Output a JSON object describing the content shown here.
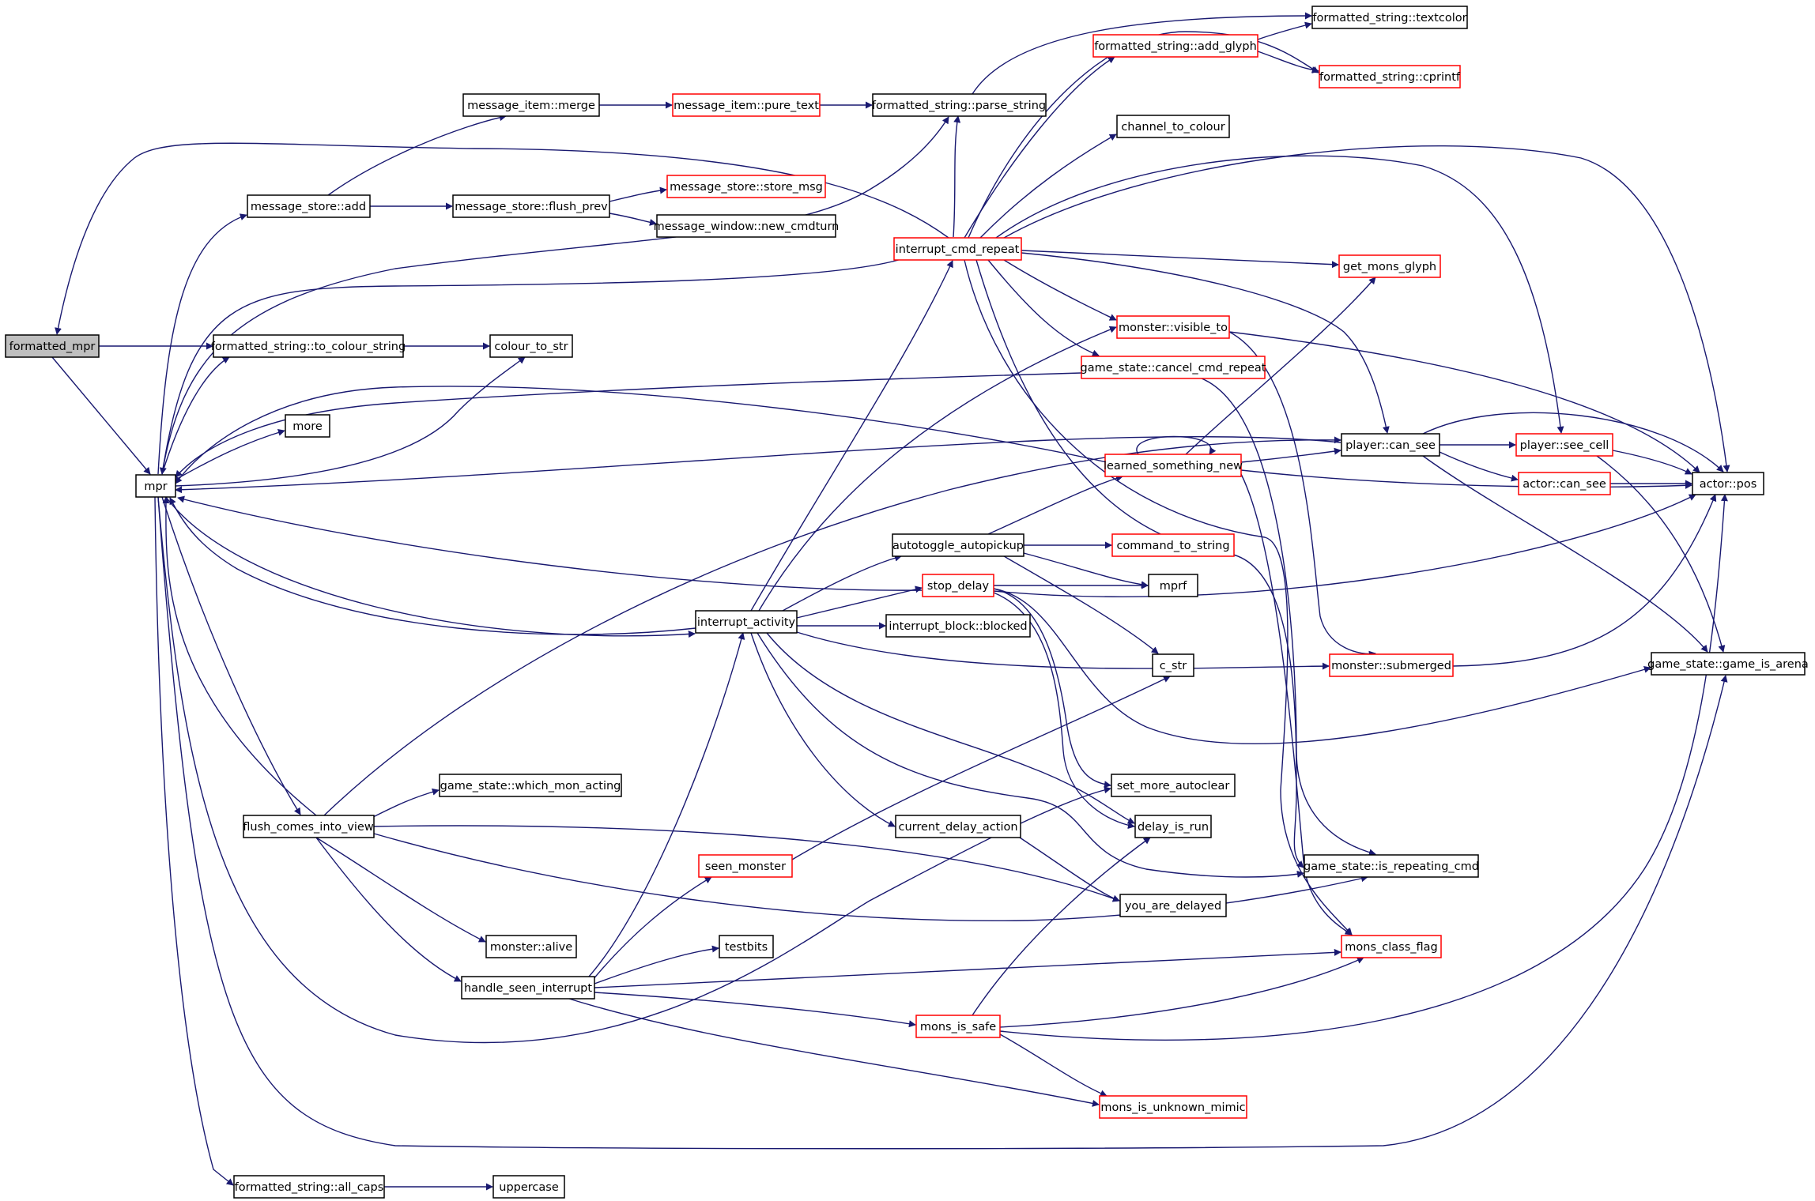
{
  "colors": {
    "edge": "#191970",
    "node_border": "#000000",
    "node_border_link": "#ff0000",
    "root_fill": "#bfbfbf",
    "background": "#ffffff"
  },
  "nodes": {
    "formatted_mpr": "formatted_mpr",
    "mpr": "mpr",
    "message_store_add": "message_store::add",
    "message_item_merge": "message_item::merge",
    "message_item_pure_text": "message_item::pure_text",
    "formatted_string_parse_string": "formatted_string::parse_string",
    "formatted_string_textcolor": "formatted_string::textcolor",
    "formatted_string_add_glyph": "formatted_string::add_glyph",
    "formatted_string_cprintf": "formatted_string::cprintf",
    "channel_to_colour": "channel_to_colour",
    "message_store_flush_prev": "message_store::flush_prev",
    "message_store_store_msg": "message_store::store_msg",
    "message_window_new_cmdturn": "message_window::new_cmdturn",
    "interrupt_cmd_repeat": "interrupt_cmd_repeat",
    "get_mons_glyph": "get_mons_glyph",
    "formatted_string_to_colour_string": "formatted_string::to_colour_string",
    "colour_to_str": "colour_to_str",
    "monster_visible_to": "monster::visible_to",
    "game_state_cancel_cmd_repeat": "game_state::cancel_cmd_repeat",
    "more": "more",
    "player_can_see": "player::can_see",
    "player_see_cell": "player::see_cell",
    "learned_something_new": "learned_something_new",
    "actor_can_see": "actor::can_see",
    "actor_pos": "actor::pos",
    "autotoggle_autopickup": "autotoggle_autopickup",
    "command_to_string": "command_to_string",
    "stop_delay": "stop_delay",
    "mprf": "mprf",
    "interrupt_activity": "interrupt_activity",
    "interrupt_block_blocked": "interrupt_block::blocked",
    "c_str": "c_str",
    "monster_submerged": "monster::submerged",
    "game_state_game_is_arena": "game_state::game_is_arena",
    "game_state_which_mon_acting": "game_state::which_mon_acting",
    "set_more_autoclear": "set_more_autoclear",
    "flush_comes_into_view": "flush_comes_into_view",
    "current_delay_action": "current_delay_action",
    "delay_is_run": "delay_is_run",
    "seen_monster": "seen_monster",
    "game_state_is_repeating_cmd": "game_state::is_repeating_cmd",
    "you_are_delayed": "you_are_delayed",
    "monster_alive": "monster::alive",
    "testbits": "testbits",
    "mons_class_flag": "mons_class_flag",
    "handle_seen_interrupt": "handle_seen_interrupt",
    "mons_is_safe": "mons_is_safe",
    "mons_is_unknown_mimic": "mons_is_unknown_mimic",
    "formatted_string_all_caps": "formatted_string::all_caps",
    "uppercase": "uppercase"
  }
}
